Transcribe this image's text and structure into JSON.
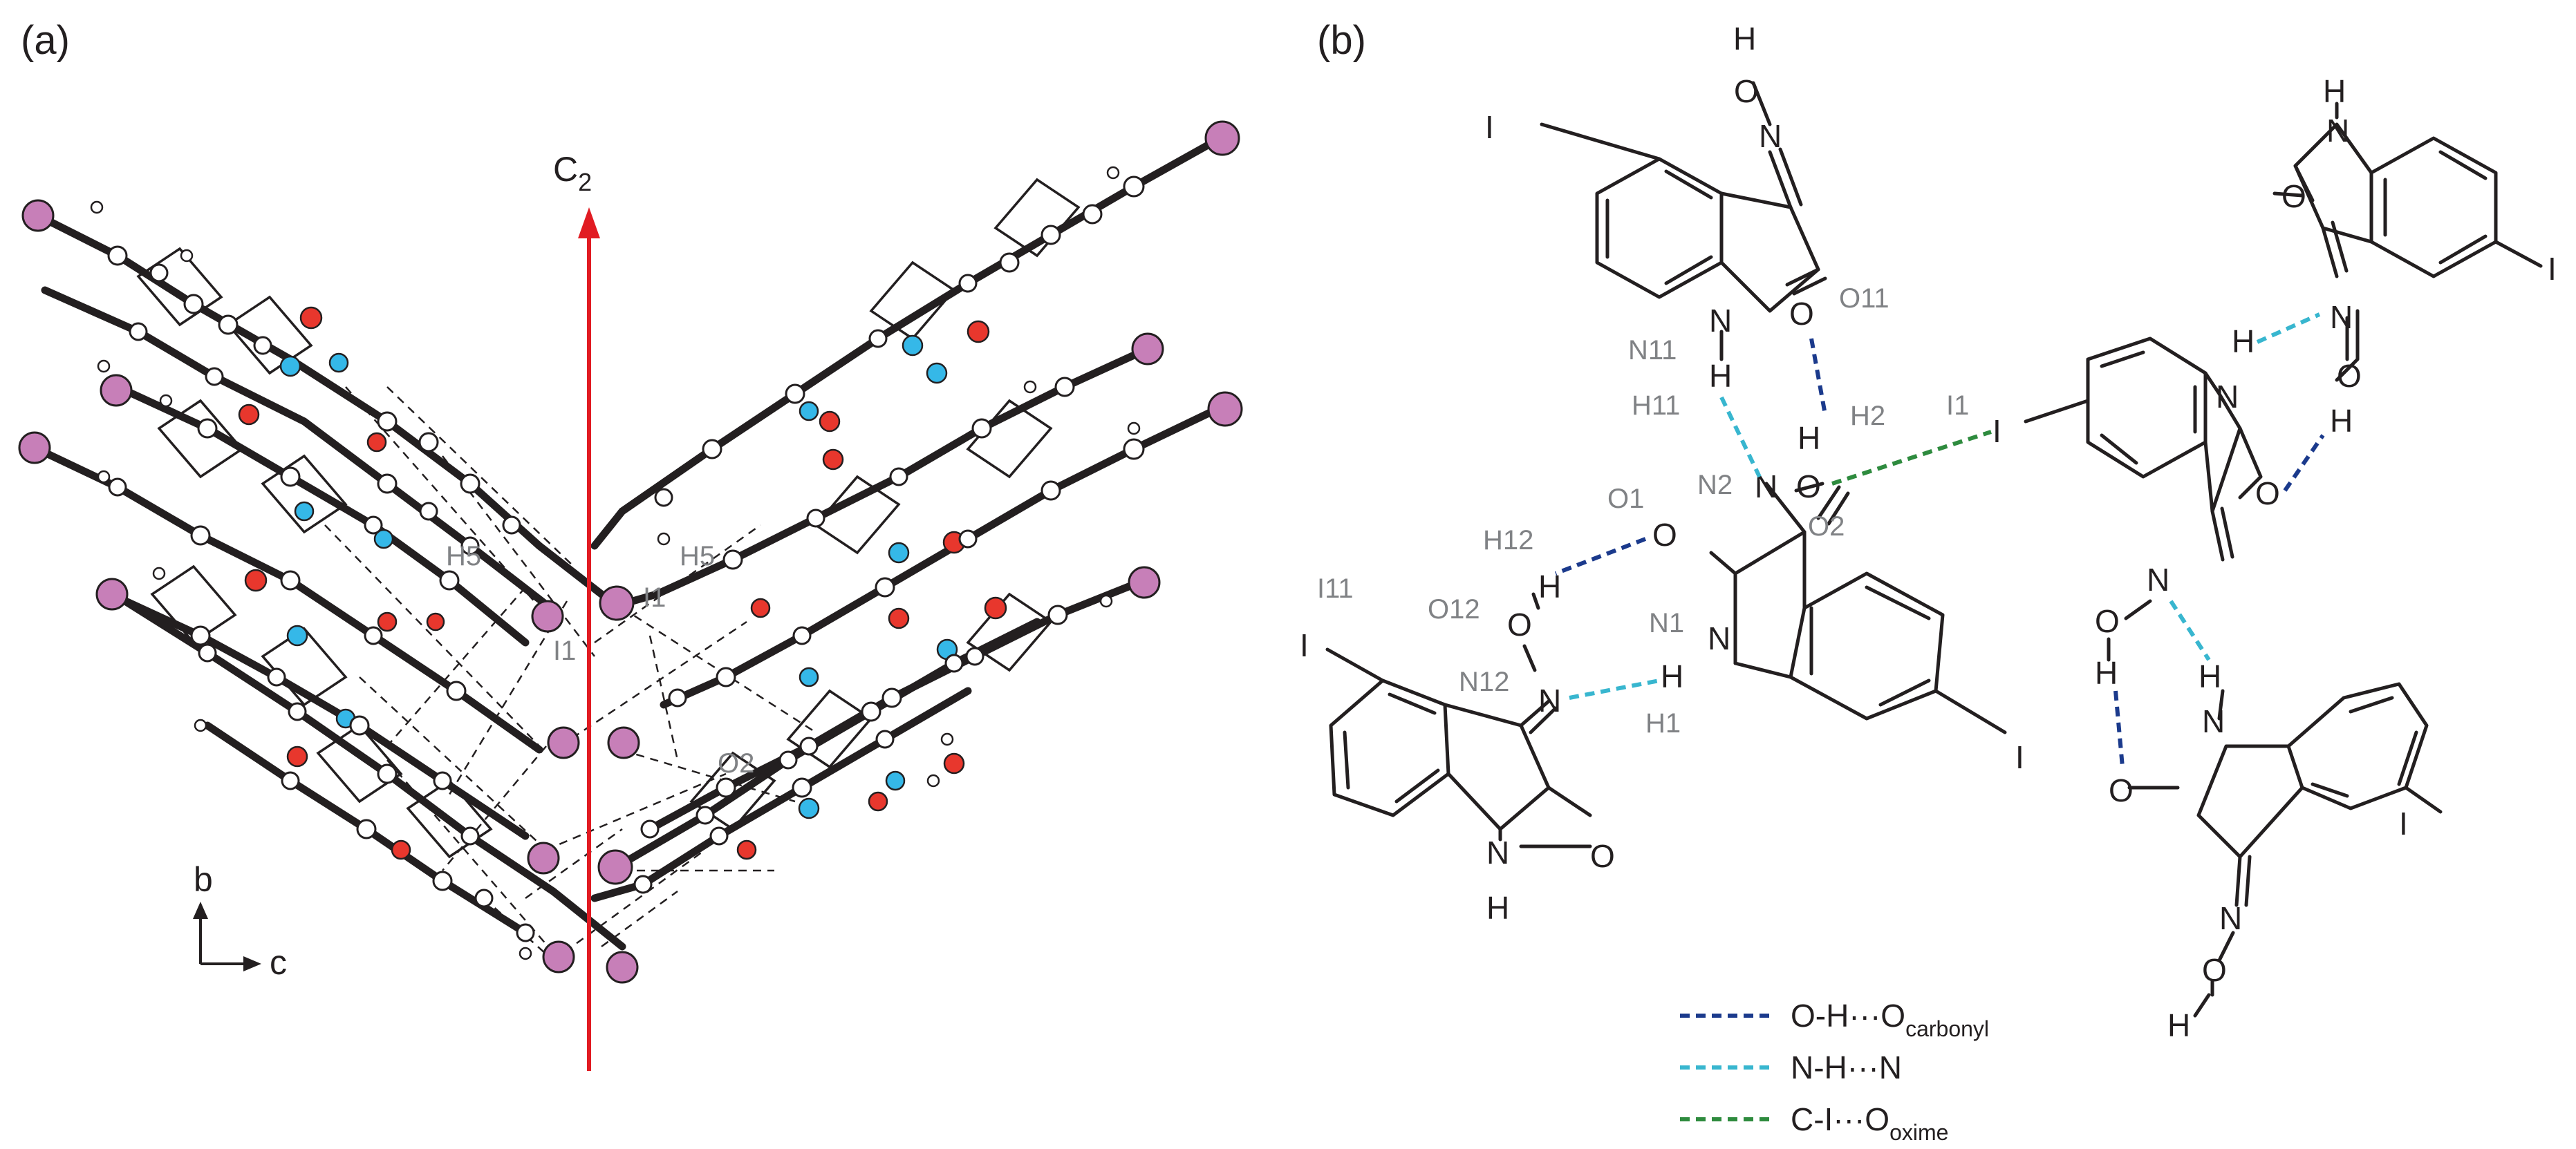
{
  "panels": {
    "a": {
      "label": "(a)"
    },
    "b": {
      "label": "(b)"
    }
  },
  "panel_a": {
    "axis_label": "C2",
    "atom_labels": {
      "h5_left": "H5",
      "h5_right": "H5",
      "i1_right": "I1",
      "i1_center": "I1",
      "o2": "O2"
    },
    "cell_axes": {
      "b": "b",
      "c": "c"
    },
    "colors": {
      "iodine": "#c77fb8",
      "oxygen": "#e8372d",
      "nitrogen": "#35b8e8",
      "carbon": "#ffffff",
      "axis": "#e11b22",
      "bond": "#231f20"
    }
  },
  "panel_b": {
    "atom_labels": {
      "top_I": "I",
      "top_N": "N",
      "top_O": "O",
      "top_H": "H",
      "top_O11": "O11",
      "top_N11": "N11",
      "top_H11": "H11",
      "top_carbonylO": "O",
      "top_NH_N": "N",
      "top_NH_H": "H",
      "center_H2_label": "H2",
      "center_H2_atom": "H",
      "center_O2_atom": "O",
      "center_O2_label": "O2",
      "center_N2_label": "N2",
      "center_N2_atom": "N",
      "center_O1_label": "O1",
      "center_O1_atom": "O",
      "center_N1_label": "N1",
      "center_N_ring": "N",
      "center_H_ring": "H",
      "center_H1": "H1",
      "center_I": "I",
      "I1_label": "I1",
      "right_mid_I": "I",
      "left_H12": "H12",
      "left_H": "H",
      "left_O12_label": "O12",
      "left_O": "O",
      "left_I11": "I11",
      "left_I": "I",
      "left_N12_label": "N12",
      "left_N": "N",
      "left_ring_N": "N",
      "left_ring_H": "H",
      "left_carbonyl_O": "O",
      "right_top_H": "H",
      "right_top_N": "N",
      "right_top_O": "O",
      "right_top_I": "I",
      "right_mid_H": "H",
      "right_mid_N_ring": "N",
      "right_mid_oxN": "N",
      "right_mid_oxO": "O",
      "right_mid_oxH": "H",
      "right_mid_carbonylO": "O",
      "right_mid_lowN": "N",
      "right_mid_lowO": "O",
      "right_mid_lowH": "H",
      "right_bot_H": "H",
      "right_bot_N": "N",
      "right_bot_O": "O",
      "right_bot_I": "I",
      "right_bot_oxN": "N",
      "right_bot_oxO": "O",
      "right_bot_oxH": "H"
    },
    "legend": [
      {
        "label_main": "O-H",
        "label_dots": "···",
        "label_end": "O",
        "label_sub": "carbonyl",
        "color": "#1b3a8c"
      },
      {
        "label_main": "N-H",
        "label_dots": "···",
        "label_end": "N",
        "label_sub": "",
        "color": "#38b6cf"
      },
      {
        "label_main": "C-I",
        "label_dots": "···",
        "label_end": "O",
        "label_sub": "oxime",
        "color": "#2e8b3e"
      }
    ]
  }
}
